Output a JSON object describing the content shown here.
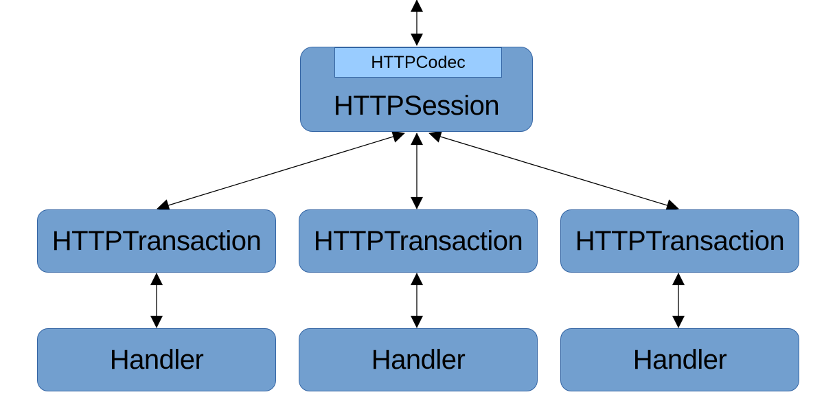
{
  "diagram": {
    "session": {
      "label": "HTTPSession",
      "codec_label": "HTTPCodec"
    },
    "transactions": [
      {
        "label": "HTTPTransaction"
      },
      {
        "label": "HTTPTransaction"
      },
      {
        "label": "HTTPTransaction"
      }
    ],
    "handlers": [
      {
        "label": "Handler"
      },
      {
        "label": "Handler"
      },
      {
        "label": "Handler"
      }
    ],
    "colors": {
      "node_fill": "#729fcf",
      "node_border": "#3465a4",
      "codec_fill": "#99ccff",
      "arrow": "#000000"
    }
  }
}
